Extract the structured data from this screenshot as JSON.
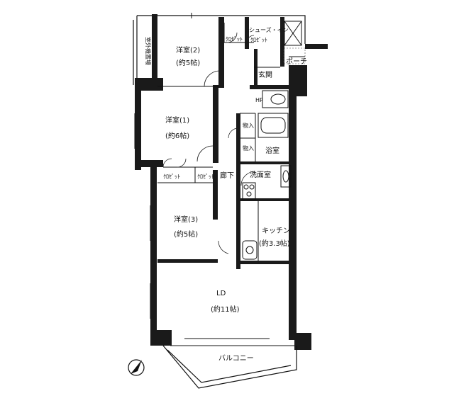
{
  "rooms": {
    "western2": {
      "name": "洋室(2)",
      "size": "(約5帖)"
    },
    "western1": {
      "name": "洋室(1)",
      "size": "(約6帖)"
    },
    "western3": {
      "name": "洋室(3)",
      "size": "(約5帖)"
    },
    "kitchen": {
      "name": "キッチン",
      "size": "(約3.3帖)"
    },
    "ld": {
      "name": "LD",
      "size": "(約11帖)"
    }
  },
  "labels": {
    "closet_w2": "ｸﾛｾﾞｯﾄ",
    "shoes_in": "シューズ・イン",
    "shoes_closet": "ｸﾛｾﾞｯﾄ",
    "entrance": "玄関",
    "porch": "ポーチ",
    "hp": "HP",
    "storage_a": "物入",
    "storage_b": "物入",
    "bath": "浴室",
    "washroom": "洗面室",
    "corridor": "廊下",
    "closet_w1": "ｸﾛｾﾞｯﾄ",
    "closet_small": "ｸﾛｾﾞｯﾄ",
    "balcony": "バルコニー",
    "aircon": "室外機置場"
  }
}
